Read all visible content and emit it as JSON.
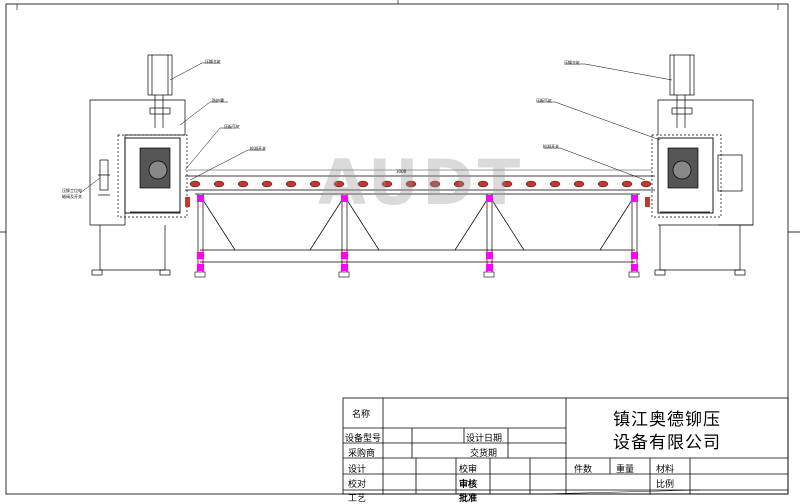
{
  "drawing": {
    "watermark": "AUDT",
    "dimension_label": "3000",
    "callouts": {
      "left_cylinder": "压铆主缸",
      "left_guard": "防护罩",
      "left_valve": "压板气缸",
      "left_sensor": "检测开关",
      "left_panel_1": "压铆工位电",
      "left_panel_2": "磁阀及开关",
      "right_cylinder": "压铆主缸",
      "right_valve": "压板气缸",
      "right_sensor": "检测开关"
    }
  },
  "title_block": {
    "name_label": "名称",
    "model_label": "设备型号",
    "design_date_label": "设计日期",
    "buyer_label": "采购商",
    "delivery_label": "交货期",
    "design_label": "设计",
    "check_label": "校审",
    "proofread_label": "校对",
    "review_label": "审核",
    "craft_label": "工艺",
    "approve_label": "批准",
    "pieces_label": "件数",
    "weight_label": "重量",
    "material_label": "材料",
    "scale_label": "比例",
    "company_line1": "镇江奥德铆压",
    "company_line2": "设备有限公司"
  },
  "colors": {
    "line": "#000000",
    "accent": "#ff00ff",
    "station_red": "#c0392b",
    "watermark": "#999999"
  }
}
